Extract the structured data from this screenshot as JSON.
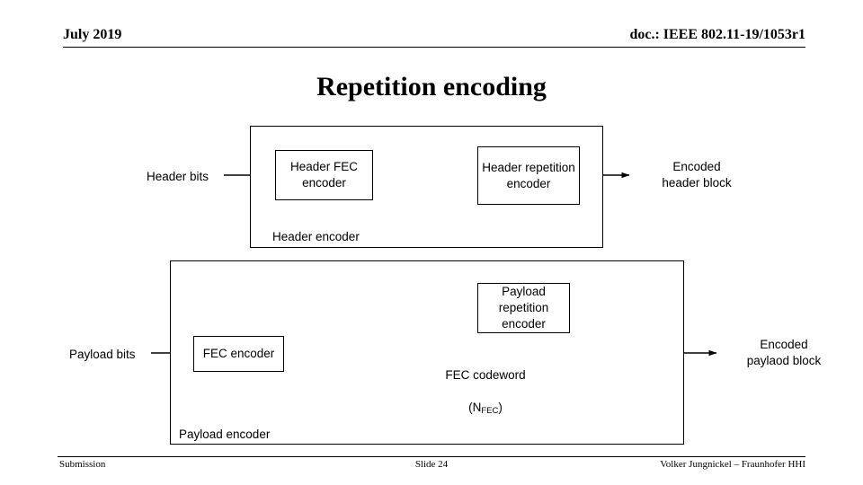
{
  "header": {
    "date": "July 2019",
    "doc": "doc.: IEEE 802.11-19/1053r1"
  },
  "title": "Repetition encoding",
  "footer": {
    "left": "Submission",
    "center": "Slide 24",
    "right": "Volker Jungnickel – Fraunhofer HHI"
  },
  "diagram": {
    "header_chain": {
      "container_label": "Header encoder",
      "input_label": "Header bits",
      "output_label": "Encoded\nheader block",
      "blocks": [
        {
          "label": "Header FEC\nencoder"
        },
        {
          "label": "Header\nrepetition\nencoder"
        }
      ]
    },
    "payload_chain": {
      "container_label": "Payload encoder",
      "input_label": "Payload bits",
      "output_label": "Encoded\npaylaod block",
      "blocks": [
        {
          "label": "FEC encoder"
        },
        {
          "label": "Payload\nrepetition\nencoder"
        }
      ],
      "codeword_label": "FEC codeword",
      "codeword_param_prefix": "(N",
      "codeword_param_sub": "FEC",
      "codeword_param_suffix": ")"
    }
  },
  "colors": {
    "stroke": "#000000",
    "background": "#ffffff"
  }
}
